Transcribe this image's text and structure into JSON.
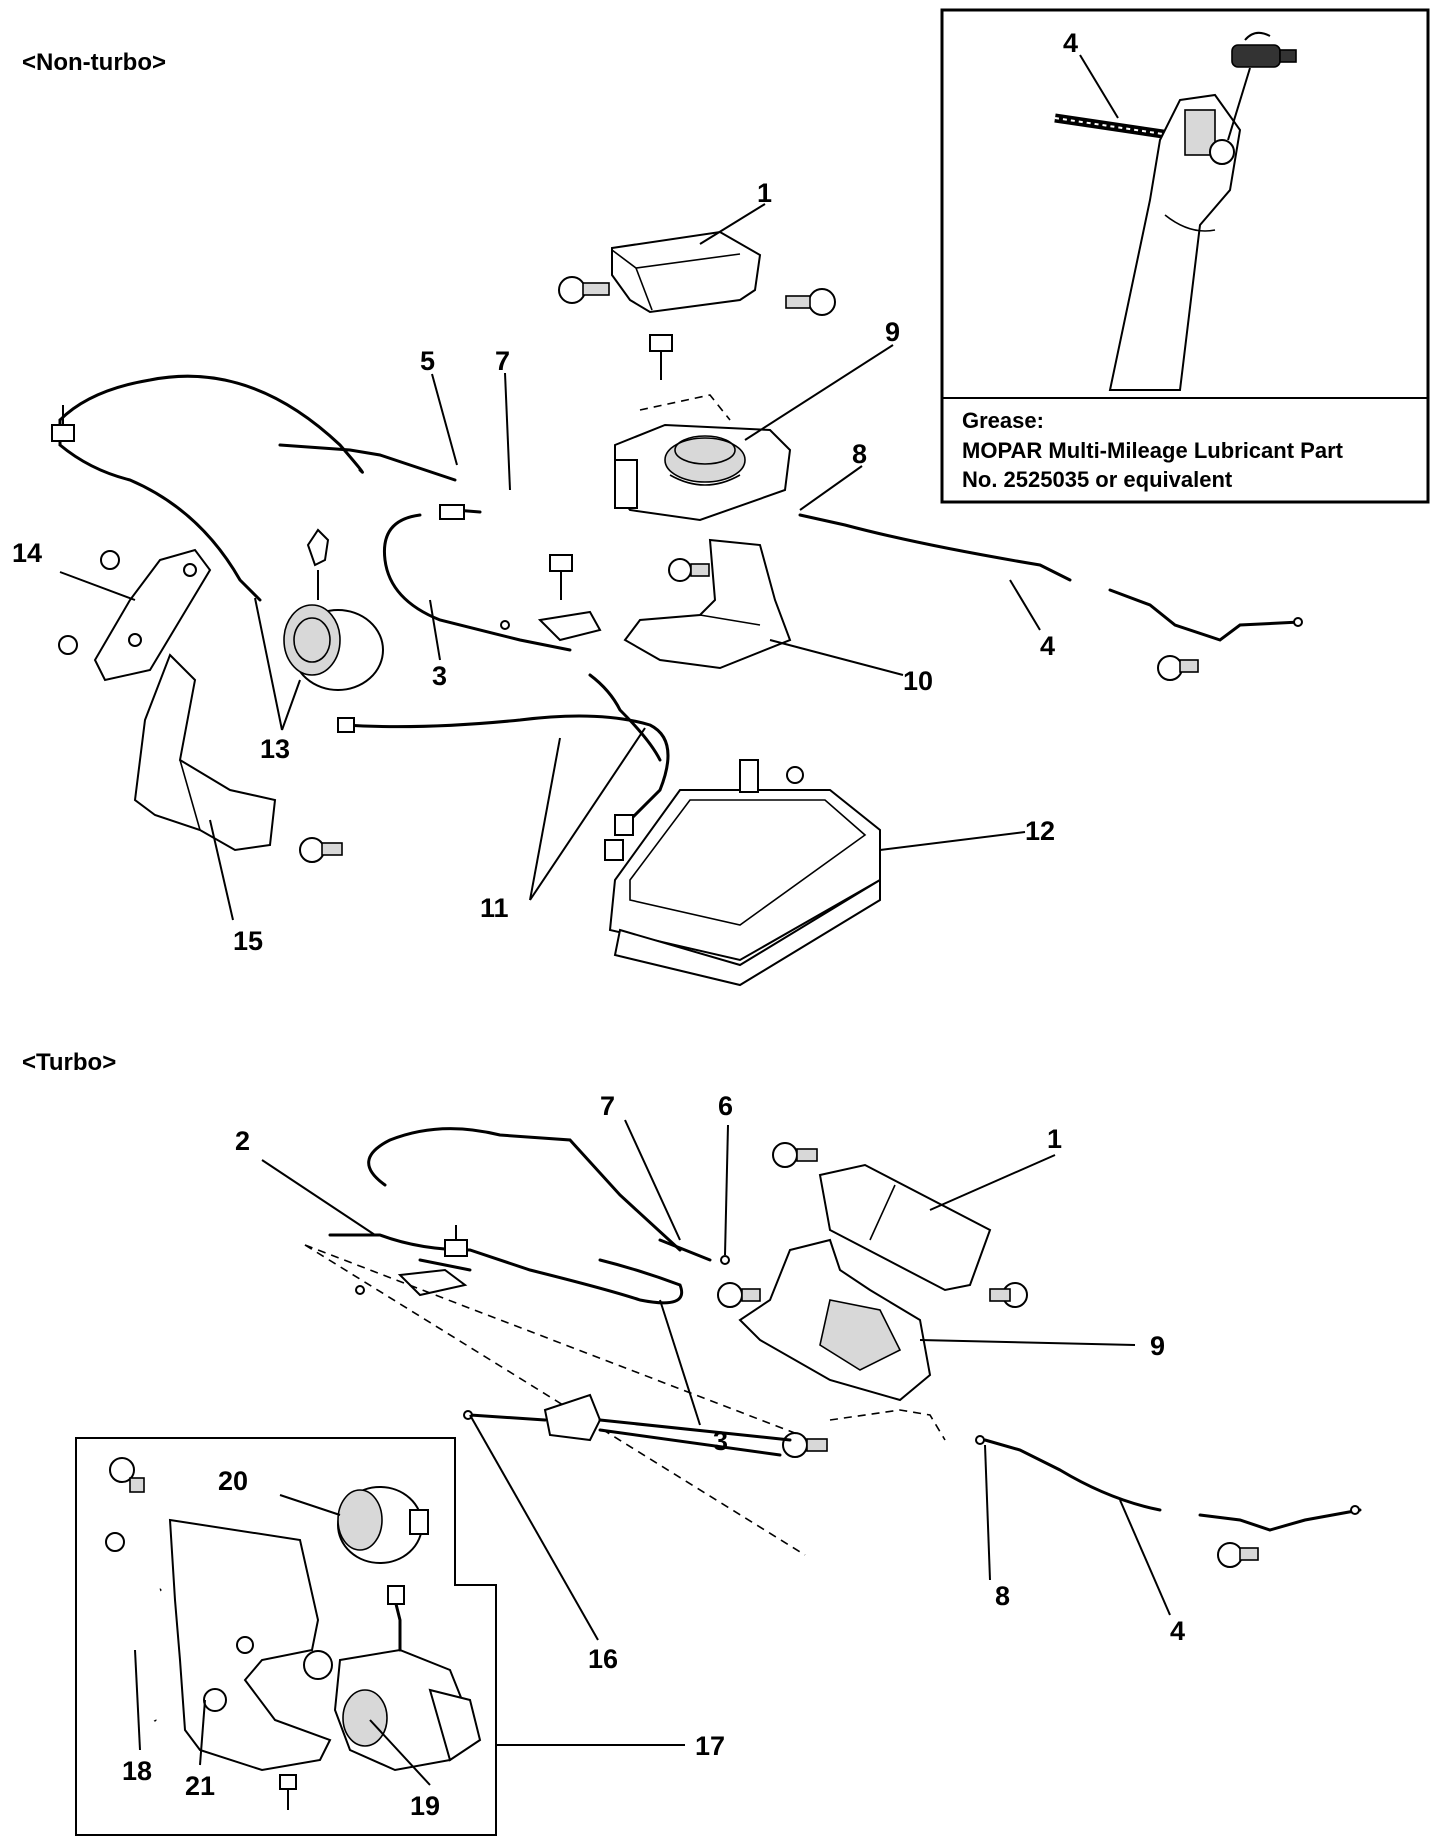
{
  "sections": {
    "non_turbo": "<Non-turbo>",
    "turbo": "<Turbo>"
  },
  "grease_note": {
    "title": "Grease:",
    "line1": "MOPAR Multi-Mileage Lubricant Part",
    "line2": "No. 2525035 or equivalent"
  },
  "callouts": {
    "inset_4": "4",
    "nt_1": "1",
    "nt_3": "3",
    "nt_4": "4",
    "nt_5": "5",
    "nt_7": "7",
    "nt_8": "8",
    "nt_9": "9",
    "nt_10": "10",
    "nt_11": "11",
    "nt_12": "12",
    "nt_13": "13",
    "nt_14": "14",
    "nt_15": "15",
    "t_1": "1",
    "t_2": "2",
    "t_3": "3",
    "t_4": "4",
    "t_6": "6",
    "t_7": "7",
    "t_8": "8",
    "t_9": "9",
    "t_16": "16",
    "t_17": "17",
    "t_18": "18",
    "t_19": "19",
    "t_20": "20",
    "t_21": "21"
  }
}
